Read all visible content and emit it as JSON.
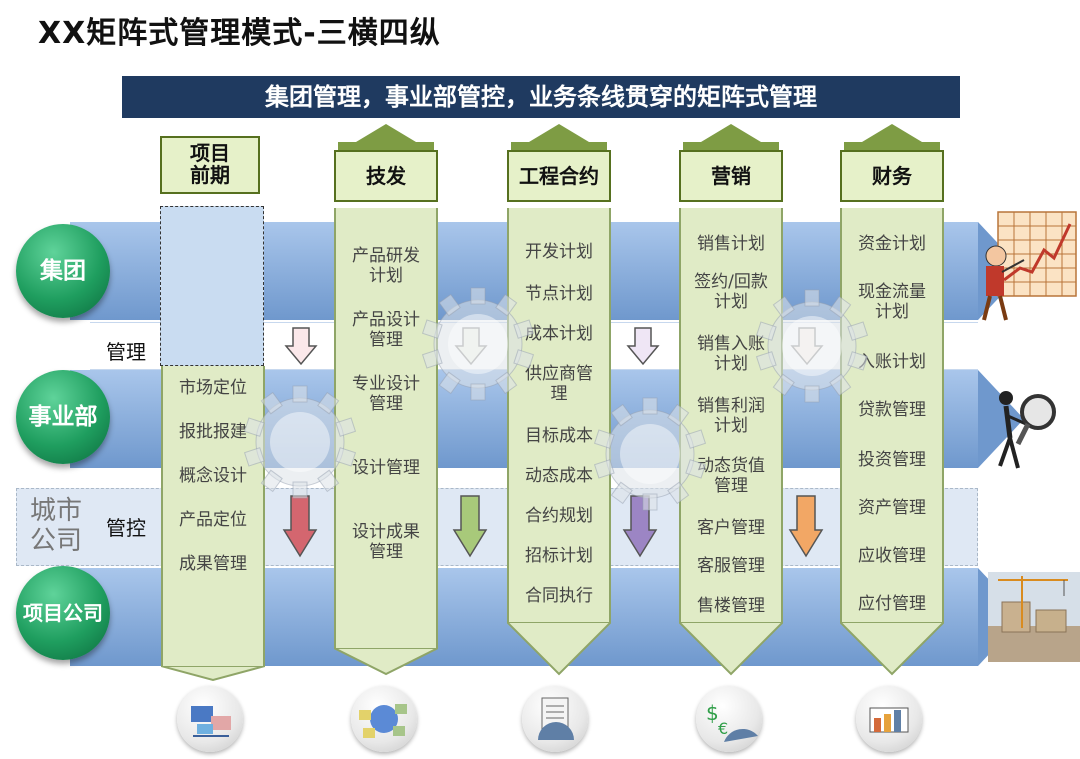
{
  "title": "XX矩阵式管理模式-三横四纵",
  "banner": "集团管理，事业部管控，业务条线贯穿的矩阵式管理",
  "rows": {
    "group": "集团",
    "division": "事业部",
    "project": "项目公司",
    "manage": "管理",
    "control": "管控",
    "city": "城市\n公司"
  },
  "columns": [
    {
      "header": "项目\n前期",
      "items": [
        "市场定位",
        "报批报建",
        "概念设计",
        "产品定位",
        "成果管理"
      ]
    },
    {
      "header": "技发",
      "items": [
        "产品研发\n计划",
        "产品设计\n管理",
        "专业设计\n管理",
        "设计管理",
        "设计成果\n管理"
      ]
    },
    {
      "header": "工程合约",
      "items": [
        "开发计划",
        "节点计划",
        "成本计划",
        "供应商管\n理",
        "目标成本",
        "动态成本",
        "合约规划",
        "招标计划",
        "合同执行"
      ]
    },
    {
      "header": "营销",
      "items": [
        "销售计划",
        "签约/回款\n计划",
        "销售入账\n计划",
        "销售利润\n计划",
        "动态货值\n管理",
        "客户管理",
        "客服管理",
        "售楼管理"
      ]
    },
    {
      "header": "财务",
      "items": [
        "资金计划",
        "现金流量\n计划",
        "入账计划",
        "贷款管理",
        "投资管理",
        "资产管理",
        "应收管理",
        "应付管理"
      ]
    }
  ],
  "colors": {
    "banner": "#1f3a60",
    "band": "#8eb2df",
    "circle": "#1f9e5f",
    "column": "#e0ebc6"
  }
}
